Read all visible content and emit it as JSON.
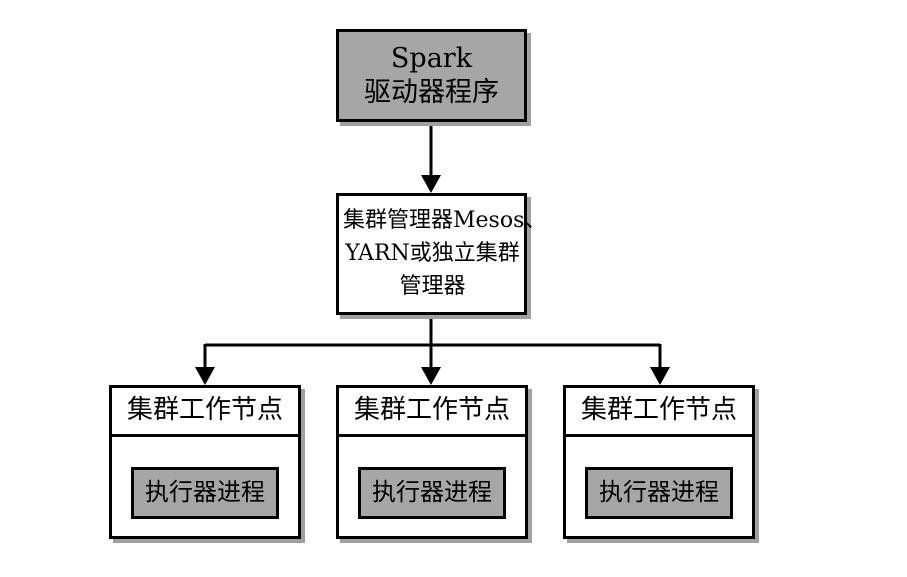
{
  "diagram": {
    "driver": {
      "line1": "Spark",
      "line2": "驱动器程序"
    },
    "cluster_manager": {
      "line1": "集群管理器Mesos、",
      "line2": "YARN或独立集群",
      "line3": "管理器"
    },
    "worker_nodes": [
      {
        "title": "集群工作节点",
        "executor": "执行器进程"
      },
      {
        "title": "集群工作节点",
        "executor": "执行器进程"
      },
      {
        "title": "集群工作节点",
        "executor": "执行器进程"
      }
    ],
    "colors": {
      "box_fill_gray": "#a6a6a6",
      "shadow": "#a0a0a0",
      "stroke": "#000000"
    }
  }
}
